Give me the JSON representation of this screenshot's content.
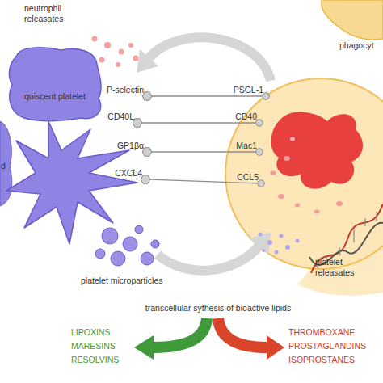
{
  "diagram": {
    "nodes": [
      {
        "text": [
          "quiscent platelet"
        ]
      },
      {
        "text": [
          "P-selectin"
        ]
      },
      {
        "text": [
          "CD40L"
        ]
      },
      {
        "text": [
          "GP1βα"
        ]
      },
      {
        "text": [
          "CXCL4"
        ]
      },
      {
        "text": [
          "PSGL-1"
        ]
      },
      {
        "text": [
          "CD40"
        ]
      },
      {
        "text": [
          "Mac1"
        ]
      },
      {
        "text": [
          "CCL5"
        ]
      }
    ],
    "edges": [
      {
        "from": 1,
        "to": 5,
        "arrow": "none"
      },
      {
        "from": 2,
        "to": 6,
        "arrow": "none"
      },
      {
        "from": 3,
        "to": 7,
        "arrow": "none"
      },
      {
        "from": 4,
        "to": 8,
        "arrow": "none"
      }
    ],
    "labels": [
      "neutrophil releasates",
      "phagocyt",
      "d",
      "platelet microparticles",
      "platelet releasates",
      "transcellular sythesis of bioactive lipids",
      "LIPOXINS",
      "MARESINS",
      "RESOLVINS",
      "THROMBOXANE",
      "PROSTAGLANDINS",
      "ISOPROSTANES"
    ]
  }
}
